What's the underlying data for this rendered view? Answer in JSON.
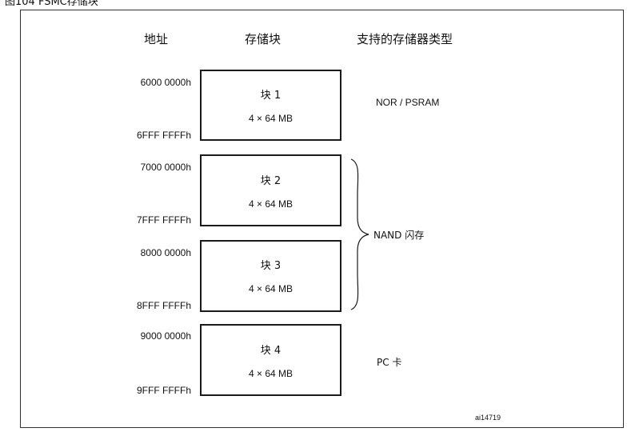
{
  "figure": {
    "caption": "图104 FSMC存储块",
    "headers": {
      "address": "地址",
      "bank": "存储块",
      "memory_type": "支持的存储器类型"
    },
    "banks": [
      {
        "start": "6000 0000h",
        "end": "6FFF FFFFh",
        "name": "块 1",
        "size": "4 × 64 MB"
      },
      {
        "start": "7000 0000h",
        "end": "7FFF FFFFh",
        "name": "块 2",
        "size": "4 × 64 MB"
      },
      {
        "start": "8000 0000h",
        "end": "8FFF FFFFh",
        "name": "块 3",
        "size": "4 × 64 MB"
      },
      {
        "start": "9000 0000h",
        "end": "9FFF FFFFh",
        "name": "块 4",
        "size": "4 × 64 MB"
      }
    ],
    "memory_types": {
      "nor_psram": "NOR / PSRAM",
      "nand": "NAND 闪存",
      "pc_card": "PC 卡"
    },
    "reference": "ai14719"
  }
}
